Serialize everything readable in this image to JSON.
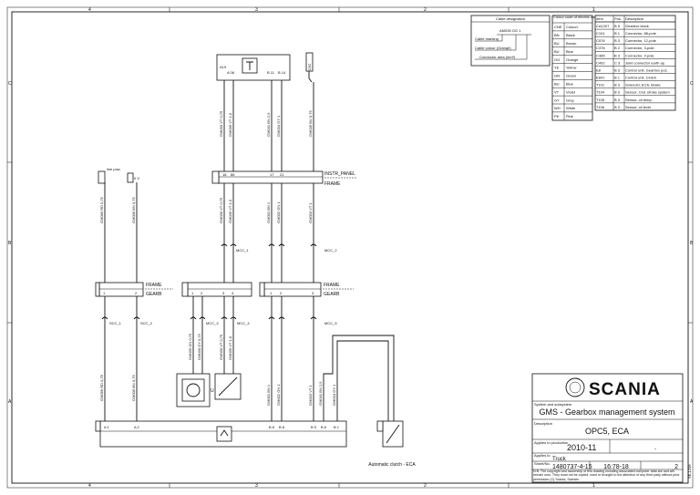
{
  "grid": {
    "cols": [
      "4",
      "3",
      "2",
      "1"
    ],
    "rows": [
      "C",
      "B",
      "A"
    ]
  },
  "legend": {
    "title": "Cable designation",
    "sample": "AM035 OG 1",
    "labels": [
      "Cable marking",
      "Cable colour (Orange)",
      "Conductor area (mm²)"
    ]
  },
  "colours": {
    "header": "Colour code of electric cables",
    "rows": [
      [
        "CNE",
        "Colourl."
      ],
      [
        "BN",
        "Black"
      ],
      [
        "BU",
        "Brown"
      ],
      [
        "BU",
        "Blue"
      ],
      [
        "OG",
        "Orange"
      ],
      [
        "YE",
        "Yellow"
      ],
      [
        "GN",
        "Green"
      ],
      [
        "BU",
        "Blue"
      ],
      [
        "VT",
        "Violet"
      ],
      [
        "GY",
        "Grey"
      ],
      [
        "WH",
        "White"
      ],
      [
        "PK",
        "Pink"
      ]
    ]
  },
  "components": {
    "headers": [
      "Item",
      "Pos.",
      "Description"
    ],
    "rows": [
      [
        "CA1207",
        "B 5",
        "Gearbox block"
      ],
      [
        "C101",
        "B 1",
        "Connector, 88-pole"
      ],
      [
        "C576",
        "B 3",
        "Connector, 12-pole"
      ],
      [
        "C378",
        "B 2",
        "Connector, 3-pole"
      ],
      [
        "C385",
        "B 3",
        "Connector, 2-pole"
      ],
      [
        "C492",
        "C 3",
        "Joint connector earth ap."
      ],
      [
        "E8",
        "B 3",
        "Control unit, Gearbox pos."
      ],
      [
        "E841",
        "B 1",
        "Control unit, Clutch"
      ],
      [
        "T101",
        "B 3",
        "Solenoid, ECA, Brake"
      ],
      [
        "T104",
        "B 3",
        "Sensor, Clut. stroke system"
      ],
      [
        "T105",
        "B 3",
        "Sensor, oil temp."
      ],
      [
        "T106",
        "B 3",
        "Sensor, oil level"
      ]
    ]
  },
  "connectors": {
    "top": {
      "id": "A19",
      "pin_left": "A 06",
      "pin_mid1": "B 11",
      "pin_mid2": "B 14"
    },
    "side": "C62",
    "instr_label": "INSTR_PANEL",
    "frame_label": "FRAME",
    "gearb_label": "GEARB",
    "row1_pins": [
      "18",
      "86",
      "17",
      "21"
    ],
    "row2_pins": [
      "1",
      "2",
      "3",
      "4",
      "1",
      "2",
      "3",
      "4",
      "1",
      "2",
      "3",
      "4"
    ],
    "row3_pins": [
      "A 1",
      "A 2",
      "B 6",
      "B 8",
      "B 5",
      "B 6",
      "B 1"
    ],
    "small_left": [
      "C101",
      "C102"
    ]
  },
  "wires": {
    "w1": "GM066 RD 0,75",
    "w2": "GM006 BN 0,75",
    "w3": "GM035 GN 0,75",
    "w4": "GM030 GY 0,75",
    "w5": "GM030 VT 0,75",
    "w6": "GM036 VT 1,0",
    "w7": "GM041 BN 2,5",
    "w8": "GM034 GY 1",
    "w9": "GM045 BU 0,75",
    "w10": "GM001 BN 1",
    "w11": "GM002 GN 1",
    "w12": "GM003 VT 1"
  },
  "splices": {
    "s1": "SCC_1",
    "s2": "SCC_2",
    "s3": "MCC_3",
    "s4": "MCC_4",
    "s5": "MCC_5",
    "s6": "MCC_1",
    "s7": "MCC_2"
  },
  "misc": {
    "label_top": "line pow.",
    "label_pin": "0 V",
    "actuator": "Automatic clutch - ECA",
    "motor_label": "U"
  },
  "titleblock": {
    "brand": "SCANIA",
    "system_label": "System and subsystem",
    "system": "GMS - Gearbox management system",
    "desc_label": "Description",
    "description": "OPC5, ECA",
    "date_label": "Applies to production",
    "date": "2010-11",
    "applies_label": "Applies to",
    "applies": "Truck",
    "drawing_label": "Sheet/No.",
    "drawing": "1480737-4-15",
    "rev": "16:78-18",
    "sheet": "2",
    "copyright": "N.B. The copyright and ownership of this drawing including associated computer data are and will remain ours. They must not be copied, used or brought to the attention of any third party without prior permission (C) Scania, Sweden",
    "side_code": "SE-1206"
  }
}
